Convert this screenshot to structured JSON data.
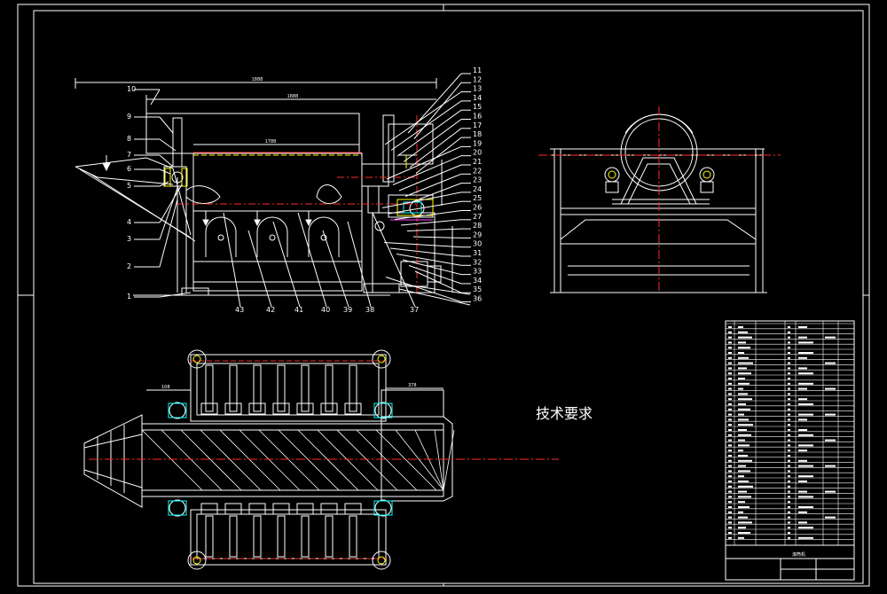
{
  "colors": {
    "background": "#000000",
    "line": "#ffffff",
    "centerline": "#ff2a2a",
    "accent_yellow": "#ffff00",
    "accent_cyan": "#00ffff",
    "accent_magenta": "#ff4dff",
    "accent_green": "#33ff33"
  },
  "notes": {
    "technical_requirements": "技术要求"
  },
  "side_view": {
    "dimensions": {
      "overall": "1888",
      "upper": "1888",
      "inner": "1788"
    },
    "part_labels": [
      "1",
      "2",
      "3",
      "4",
      "5",
      "6",
      "7",
      "8",
      "9",
      "10",
      "11",
      "12",
      "13",
      "14",
      "15",
      "16",
      "17",
      "18",
      "19",
      "20",
      "21",
      "22",
      "23",
      "24",
      "25",
      "26",
      "27",
      "28",
      "29",
      "30",
      "31",
      "32",
      "33",
      "34",
      "35",
      "36",
      "37",
      "38",
      "39",
      "40",
      "41",
      "42",
      "43"
    ]
  },
  "plan_view": {
    "dimensions": {
      "left": "108",
      "right": "378"
    }
  },
  "title_block": {
    "drawing_name": "滚筒机"
  }
}
